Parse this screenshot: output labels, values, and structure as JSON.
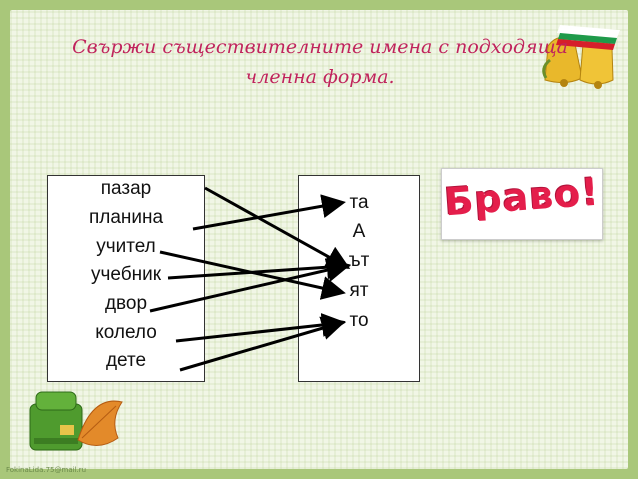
{
  "title": {
    "line1": "Свържи съществителните имена с подходяща",
    "line2": "членна форма."
  },
  "nouns": [
    "пазар",
    "планина",
    "учител",
    "учебник",
    "двор",
    "колело",
    "дете"
  ],
  "articles": [
    "та",
    "А",
    "ът",
    "ят",
    "то"
  ],
  "bravo": "Браво!",
  "credit": "FokinaLida.75@mail.ru",
  "connections": [
    {
      "from": "пазар",
      "to": "ът"
    },
    {
      "from": "планина",
      "to": "та"
    },
    {
      "from": "учител",
      "to": "ят"
    },
    {
      "from": "учебник",
      "to": "ът"
    },
    {
      "from": "двор",
      "to": "ът"
    },
    {
      "from": "колело",
      "to": "то"
    },
    {
      "from": "дете",
      "to": "то"
    }
  ],
  "colors": {
    "title": "#c0245c",
    "bravo": "#e41e4b",
    "frame": "#a9c77a"
  }
}
